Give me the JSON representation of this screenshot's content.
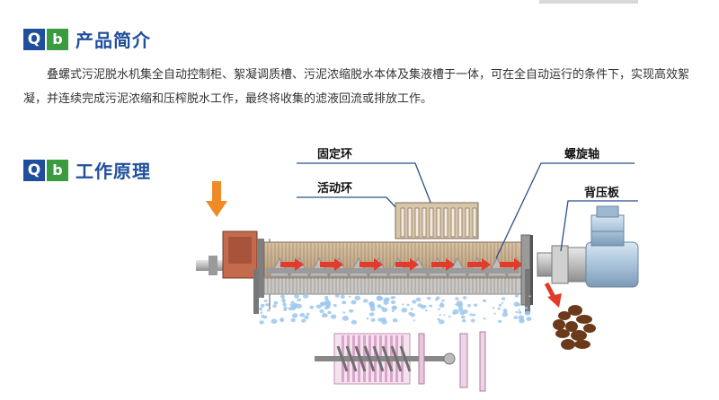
{
  "sections": [
    {
      "badge_q": "Q",
      "badge_b": "b",
      "title": "产品简介"
    },
    {
      "badge_q": "Q",
      "badge_b": "b",
      "title": "工作原理"
    }
  ],
  "intro_text": "叠螺式污泥脱水机集全自动控制柜、絮凝调质槽、污泥浓缩脱水本体及集液槽于一体，可在全自动运行的条件下，实现高效絮凝，并连续完成污泥浓缩和压榨脱水工作，最终将收集的滤液回流或排放工作。",
  "diagram": {
    "labels": {
      "fixed_ring": "固定环",
      "moving_ring": "活动环",
      "screw_shaft": "螺旋轴",
      "back_plate": "背压板"
    },
    "colors": {
      "accent_blue": "#1f4e9c",
      "accent_green": "#3a9b3f",
      "inlet_arrow": "#f08a24",
      "flow_arrow": "#e23b2a",
      "water": "#9cc7ec",
      "cake": "#6b3a1a"
    }
  }
}
